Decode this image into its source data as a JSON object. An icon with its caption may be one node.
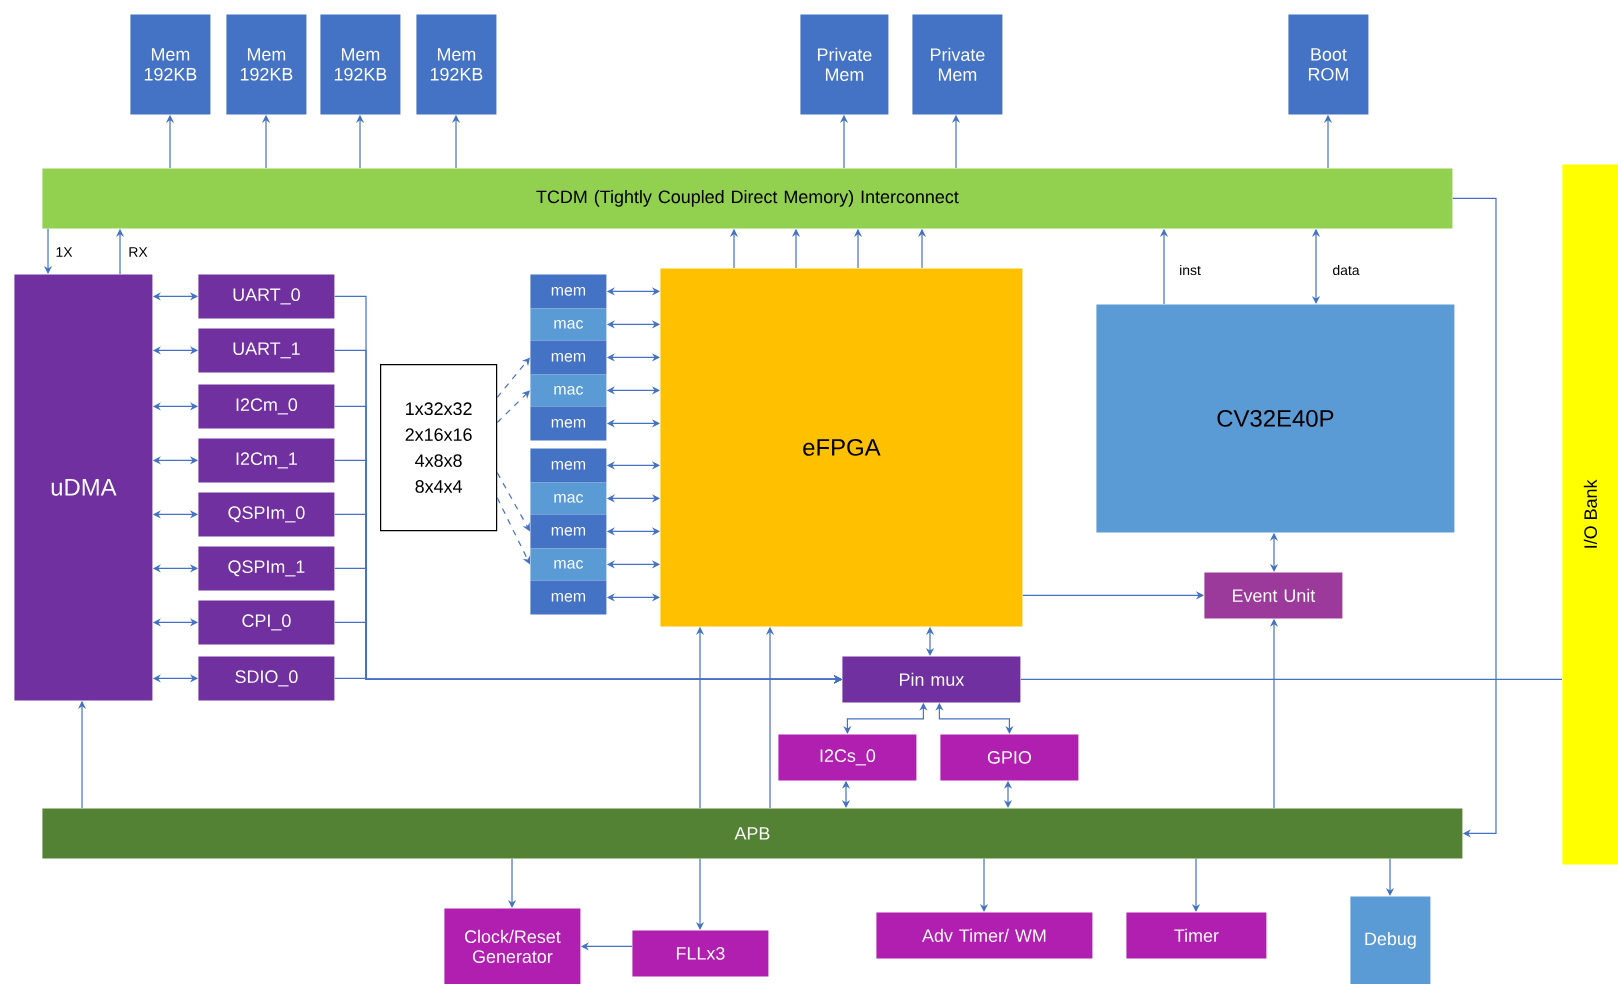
{
  "diagram": {
    "nodes": [
      {
        "text": [
          "Mem 192KB"
        ]
      },
      {
        "text": [
          "Mem 192KB"
        ]
      },
      {
        "text": [
          "Mem 192KB"
        ]
      },
      {
        "text": [
          "Mem 192KB"
        ]
      },
      {
        "text": [
          "Private Mem"
        ]
      },
      {
        "text": [
          "Private Mem"
        ]
      },
      {
        "text": [
          "Boot ROM"
        ]
      },
      {
        "text": [
          "TCDM (Tightly Coupled Direct Memory) Interconnect"
        ]
      },
      {
        "text": [
          "I/O Bank"
        ]
      },
      {
        "text": [
          "uDMA"
        ]
      },
      {
        "text": [
          "UART_0"
        ]
      },
      {
        "text": [
          "UART_1"
        ]
      },
      {
        "text": [
          "I2Cm_0"
        ]
      },
      {
        "text": [
          "I2Cm_1"
        ]
      },
      {
        "text": [
          "QSPIm_0"
        ]
      },
      {
        "text": [
          "QSPIm_1"
        ]
      },
      {
        "text": [
          "CPI_0"
        ]
      },
      {
        "text": [
          "SDIO_0"
        ]
      },
      {
        "text": [
          "1x32x32",
          "2x16x16",
          "4x8x8",
          "8x4x4"
        ]
      },
      {
        "text": [
          "mem"
        ]
      },
      {
        "text": [
          "mac"
        ]
      },
      {
        "text": [
          "mem"
        ]
      },
      {
        "text": [
          "mac"
        ]
      },
      {
        "text": [
          "mem"
        ]
      },
      {
        "text": [
          "mem"
        ]
      },
      {
        "text": [
          "mac"
        ]
      },
      {
        "text": [
          "mem"
        ]
      },
      {
        "text": [
          "mac"
        ]
      },
      {
        "text": [
          "mem"
        ]
      },
      {
        "text": [
          "eFPGA"
        ]
      },
      {
        "text": [
          "CV32E40P"
        ]
      },
      {
        "text": [
          "Event Unit"
        ]
      },
      {
        "text": [
          "Pin mux"
        ]
      },
      {
        "text": [
          "I2Cs_0"
        ]
      },
      {
        "text": [
          "GPIO"
        ]
      },
      {
        "text": [
          "APB"
        ]
      },
      {
        "text": [
          "Clock/Reset Generator"
        ]
      },
      {
        "text": [
          "FLLx3"
        ]
      },
      {
        "text": [
          "Adv Timer/ WM"
        ]
      },
      {
        "text": [
          "Timer"
        ]
      },
      {
        "text": [
          "Debug"
        ]
      }
    ],
    "edges": [
      {
        "from": 7,
        "to": 0,
        "arrow": "to"
      },
      {
        "from": 7,
        "to": 1,
        "arrow": "to"
      },
      {
        "from": 7,
        "to": 2,
        "arrow": "to"
      },
      {
        "from": 7,
        "to": 3,
        "arrow": "to"
      },
      {
        "from": 7,
        "to": 4,
        "arrow": "to"
      },
      {
        "from": 7,
        "to": 5,
        "arrow": "to"
      },
      {
        "from": 7,
        "to": 6,
        "arrow": "to"
      },
      {
        "from": 7,
        "to": 9,
        "arrow": "to",
        "label": "1X"
      },
      {
        "from": 9,
        "to": 7,
        "arrow": "to",
        "label": "RX"
      },
      {
        "from": 29,
        "to": 7,
        "arrow": "to"
      },
      {
        "from": 29,
        "to": 7,
        "arrow": "to"
      },
      {
        "from": 29,
        "to": 7,
        "arrow": "to"
      },
      {
        "from": 29,
        "to": 7,
        "arrow": "to"
      },
      {
        "from": 30,
        "to": 7,
        "arrow": "to",
        "label": "inst"
      },
      {
        "from": 7,
        "to": 30,
        "arrow": "both",
        "label": "data"
      },
      {
        "from": 7,
        "to": 35,
        "arrow": "to"
      },
      {
        "from": 9,
        "to": 10,
        "arrow": "both"
      },
      {
        "from": 9,
        "to": 11,
        "arrow": "both"
      },
      {
        "from": 9,
        "to": 12,
        "arrow": "both"
      },
      {
        "from": 9,
        "to": 13,
        "arrow": "both"
      },
      {
        "from": 9,
        "to": 14,
        "arrow": "both"
      },
      {
        "from": 9,
        "to": 15,
        "arrow": "both"
      },
      {
        "from": 9,
        "to": 16,
        "arrow": "both"
      },
      {
        "from": 9,
        "to": 17,
        "arrow": "both"
      },
      {
        "from": 10,
        "to": 32,
        "arrow": "to"
      },
      {
        "from": 11,
        "to": 32,
        "arrow": "to"
      },
      {
        "from": 12,
        "to": 32,
        "arrow": "to"
      },
      {
        "from": 13,
        "to": 32,
        "arrow": "to"
      },
      {
        "from": 14,
        "to": 32,
        "arrow": "to"
      },
      {
        "from": 15,
        "to": 32,
        "arrow": "to"
      },
      {
        "from": 16,
        "to": 32,
        "arrow": "to"
      },
      {
        "from": 17,
        "to": 32,
        "arrow": "to"
      },
      {
        "from": 18,
        "to": 21,
        "arrow": "to",
        "style": "dashed"
      },
      {
        "from": 18,
        "to": 22,
        "arrow": "to",
        "style": "dashed"
      },
      {
        "from": 18,
        "to": 26,
        "arrow": "to",
        "style": "dashed"
      },
      {
        "from": 18,
        "to": 27,
        "arrow": "to",
        "style": "dashed"
      },
      {
        "from": 19,
        "to": 29,
        "arrow": "both"
      },
      {
        "from": 20,
        "to": 29,
        "arrow": "both"
      },
      {
        "from": 21,
        "to": 29,
        "arrow": "both"
      },
      {
        "from": 22,
        "to": 29,
        "arrow": "both"
      },
      {
        "from": 23,
        "to": 29,
        "arrow": "both"
      },
      {
        "from": 24,
        "to": 29,
        "arrow": "both"
      },
      {
        "from": 25,
        "to": 29,
        "arrow": "both"
      },
      {
        "from": 26,
        "to": 29,
        "arrow": "both"
      },
      {
        "from": 27,
        "to": 29,
        "arrow": "both"
      },
      {
        "from": 28,
        "to": 29,
        "arrow": "both"
      },
      {
        "from": 32,
        "to": 29,
        "arrow": "both"
      },
      {
        "from": 29,
        "to": 31,
        "arrow": "to"
      },
      {
        "from": 31,
        "to": 30,
        "arrow": "both"
      },
      {
        "from": 35,
        "to": 31,
        "arrow": "to"
      },
      {
        "from": 32,
        "to": 8,
        "arrow": "none"
      },
      {
        "from": 32,
        "to": 33,
        "arrow": "both"
      },
      {
        "from": 32,
        "to": 34,
        "arrow": "both"
      },
      {
        "from": 33,
        "to": 35,
        "arrow": "both"
      },
      {
        "from": 34,
        "to": 35,
        "arrow": "both"
      },
      {
        "from": 35,
        "to": 9,
        "arrow": "to"
      },
      {
        "from": 35,
        "to": 29,
        "arrow": "to"
      },
      {
        "from": 35,
        "to": 29,
        "arrow": "to"
      },
      {
        "from": 35,
        "to": 37,
        "arrow": "to"
      },
      {
        "from": 35,
        "to": 36,
        "arrow": "to"
      },
      {
        "from": 37,
        "to": 36,
        "arrow": "to"
      },
      {
        "from": 35,
        "to": 38,
        "arrow": "to"
      },
      {
        "from": 35,
        "to": 39,
        "arrow": "to"
      },
      {
        "from": 35,
        "to": 40,
        "arrow": "to"
      }
    ]
  }
}
